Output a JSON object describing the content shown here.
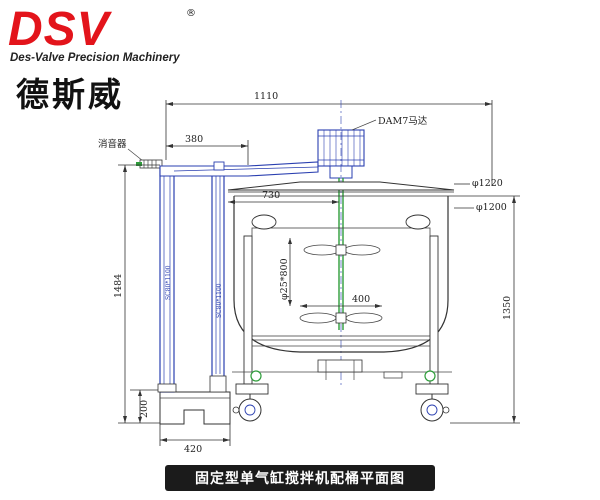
{
  "logo": {
    "brand": "DSV",
    "registered": "®",
    "tagline": "Des-Valve Precision Machinery",
    "chinese_name": "德斯威"
  },
  "labels": {
    "silencer": "消音器",
    "motor": "DAM7马达",
    "dim_top_width": "1110",
    "dim_380": "380",
    "dim_730": "730",
    "dim_phi1220": "φ1220",
    "dim_phi1200": "φ1200",
    "dim_shaft": "φ25*800",
    "dim_400": "400",
    "dim_1484": "1484",
    "dim_1350": "1350",
    "dim_200": "200",
    "dim_420": "420",
    "cylinder_label": "SC80*1100"
  },
  "caption": "固定型单气缸搅拌机配桶平面图",
  "colors": {
    "brand_red": "#e3141b",
    "blue": "#2a3fb0",
    "green": "#2e9d3a",
    "caption_bg": "#1b1b1b"
  }
}
